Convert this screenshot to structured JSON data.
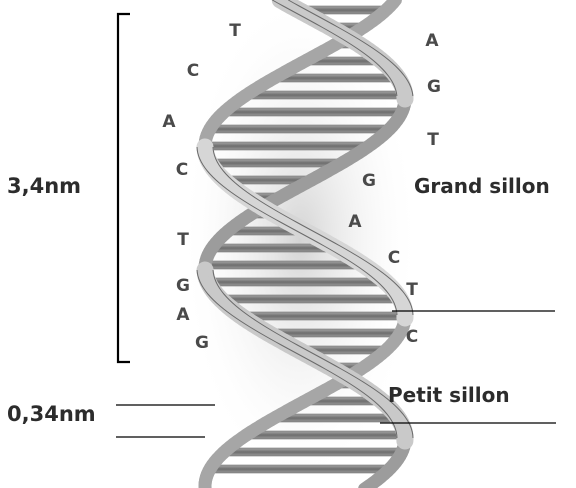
{
  "labels": {
    "pitch": "3,4nm",
    "rise": "0,34nm",
    "major_groove": "Grand sillon",
    "minor_groove": "Petit sillon"
  },
  "bases_left": [
    "T",
    "C",
    "A",
    "C",
    "T",
    "G",
    "A",
    "G"
  ],
  "bases_right": [
    "A",
    "G",
    "T",
    "G",
    "A",
    "C",
    "T",
    "C"
  ],
  "colors": {
    "text": "#2c2c2c",
    "strand_light": "#d9d9d9",
    "strand_mid": "#a8a8a8",
    "strand_dark": "#6e6e6e",
    "rung": "#8c8c8c",
    "line": "#000000"
  }
}
